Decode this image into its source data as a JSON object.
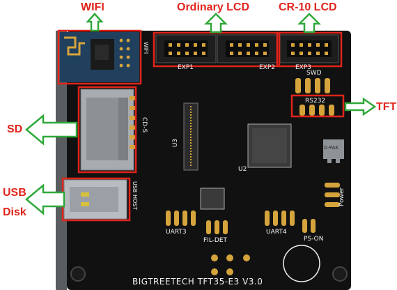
{
  "callouts": {
    "wifi": "WIFI",
    "ordinary_lcd": "Ordinary LCD",
    "cr10_lcd": "CR-10 LCD",
    "sd": "SD",
    "usb": "USB",
    "disk": "Disk",
    "tft": "TFT"
  },
  "silkscreen": {
    "board_name": "BIGTREETECH TFT35-E3 V3.0",
    "exp1": "EXP1",
    "exp2": "EXP2",
    "exp3": "EXP3",
    "swd": "SWD",
    "rs232": "RS232",
    "uart3": "UART3",
    "fil_det": "FIL-DET",
    "uart4": "UART4",
    "ps_on": "PS-ON",
    "power": "Power",
    "sd_slot": "CD-S",
    "usb_host": "USB HOST",
    "wifi_module": "WIFI",
    "u3": "U3",
    "u2": "U2",
    "dpak": "D-PAK"
  },
  "colors": {
    "callout_text": "#e0241b",
    "highlight_box": "#e0241b",
    "arrow_stroke": "#2fa83a",
    "pcb": "#111111",
    "silkscreen": "#f2f2f2",
    "gold": "#d6a43c",
    "metal": "#9ea3a8"
  },
  "icons": {
    "arrow_up": "arrow-up-icon",
    "arrow_left": "arrow-left-icon",
    "arrow_right": "arrow-right-icon"
  }
}
